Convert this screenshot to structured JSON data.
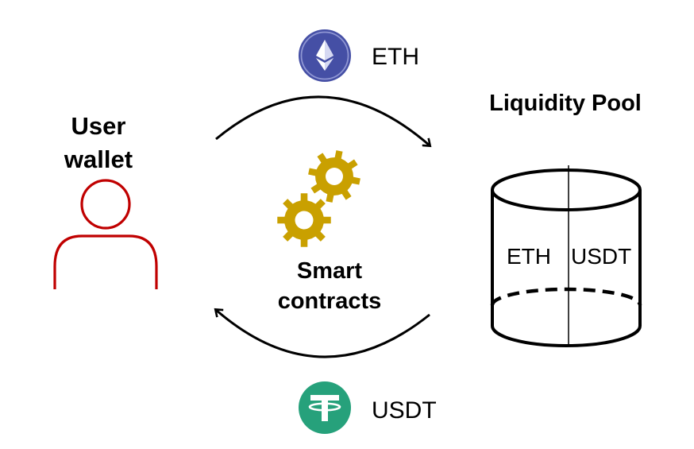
{
  "user": {
    "label_line1": "User",
    "label_line2": "wallet",
    "icon": "user-icon",
    "color": "#C00000"
  },
  "pool": {
    "title": "Liquidity Pool",
    "left_label": "ETH",
    "right_label": "USDT",
    "icon": "cylinder-icon"
  },
  "contracts": {
    "label_line1": "Smart",
    "label_line2": "contracts",
    "icon": "gears-icon",
    "color": "#C9A000"
  },
  "tokens": {
    "top": {
      "label": "ETH",
      "icon": "ethereum-icon",
      "color": "#454FA5"
    },
    "bottom": {
      "label": "USDT",
      "icon": "tether-icon",
      "color": "#26A17B"
    }
  }
}
